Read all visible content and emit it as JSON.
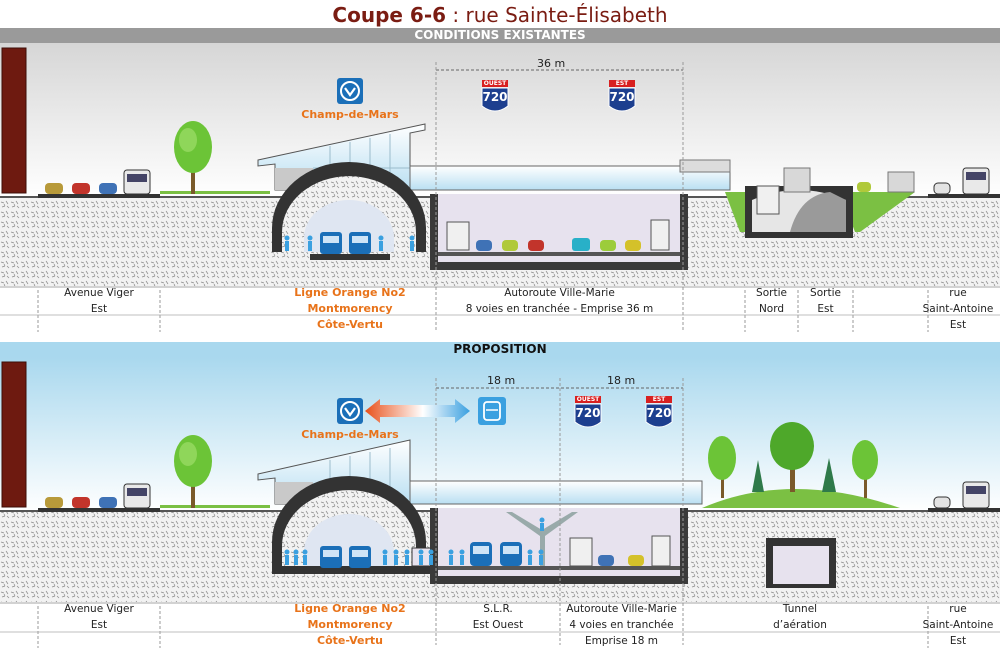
{
  "title": {
    "bold": "Coupe 6-6",
    "rest": " : rue Sainte-Élisabeth"
  },
  "sections": {
    "existing": {
      "header": "CONDITIONS EXISTANTES",
      "dimension": "36 m",
      "metro_station": "Champ-de-Mars",
      "shields": [
        {
          "direction": "OUEST",
          "number": "720"
        },
        {
          "direction": "EST",
          "number": "720"
        }
      ],
      "labels": [
        {
          "lines": [
            "",
            "Avenue Viger"
          ],
          "sub": "Est"
        },
        {
          "lines": [
            "Ligne Orange No2",
            "Montmorency"
          ],
          "sub": "Côte-Vertu",
          "accent": true
        },
        {
          "lines": [
            "",
            "Autoroute Ville-Marie"
          ],
          "sub": "8 voies en tranchée - Emprise 36 m"
        },
        {
          "lines": [
            "",
            "Sortie"
          ],
          "sub": "Nord"
        },
        {
          "lines": [
            "",
            "Sortie"
          ],
          "sub": "Est"
        },
        {
          "lines": [
            "rue",
            "Saint-Antoine"
          ],
          "sub": "Est"
        }
      ]
    },
    "proposal": {
      "header": "PROPOSITION",
      "dimensions": [
        "18 m",
        "18 m"
      ],
      "metro_station": "Champ-de-Mars",
      "shields": [
        {
          "direction": "OUEST",
          "number": "720"
        },
        {
          "direction": "EST",
          "number": "720"
        }
      ],
      "labels": [
        {
          "lines": [
            "",
            "Avenue Viger"
          ],
          "sub": "Est"
        },
        {
          "lines": [
            "Ligne Orange No2",
            "Montmorency"
          ],
          "sub": "Côte-Vertu",
          "accent": true
        },
        {
          "lines": [
            "",
            "S.L.R."
          ],
          "sub": "Est Ouest"
        },
        {
          "lines": [
            "Autoroute Ville-Marie",
            "4 voies en tranchée"
          ],
          "sub": "Emprise 18 m"
        },
        {
          "lines": [
            "",
            "Tunnel"
          ],
          "sub": "d’aération"
        },
        {
          "lines": [
            "rue",
            "Saint-Antoine"
          ],
          "sub": "Est"
        }
      ]
    }
  },
  "colors": {
    "metro_blue": "#1b6fb8",
    "orange": "#e8731a",
    "shield_blue": "#1d3f8f",
    "shield_red": "#d82020",
    "brick": "#6e1a10",
    "tree_green": "#6cc437"
  }
}
